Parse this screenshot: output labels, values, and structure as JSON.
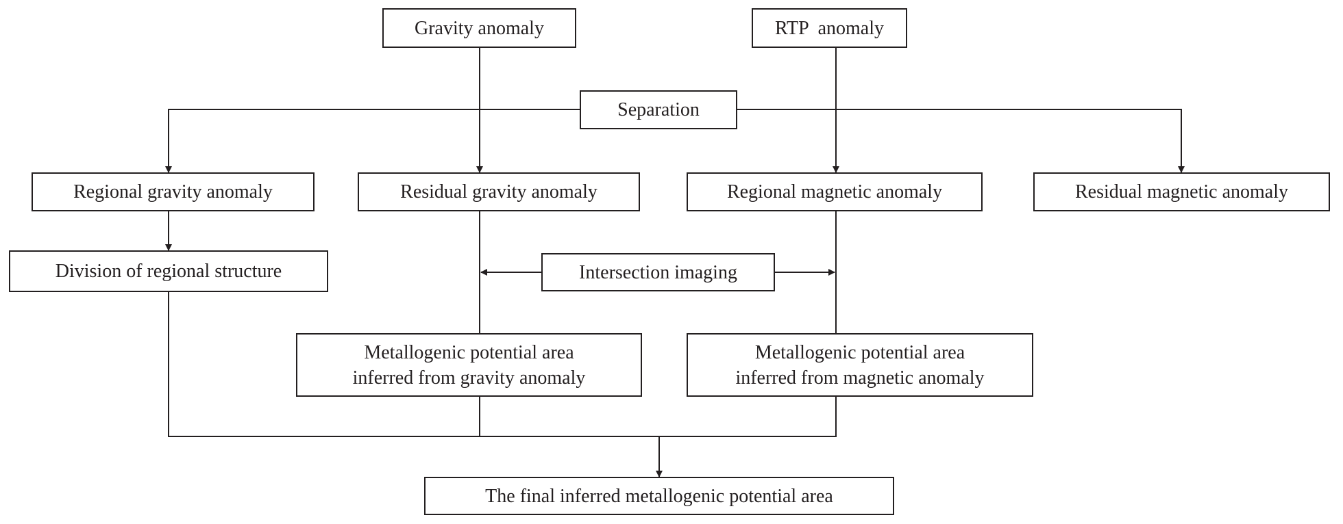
{
  "diagram": {
    "nodes": {
      "gravity_anomaly": "Gravity anomaly",
      "rtp_anomaly": "RTP  anomaly",
      "separation": "Separation",
      "regional_gravity": "Regional gravity anomaly",
      "residual_gravity": "Residual gravity anomaly",
      "regional_magnetic": "Regional magnetic anomaly",
      "residual_magnetic": "Residual magnetic anomaly",
      "division_regional_structure": "Division of regional structure",
      "intersection_imaging": "Intersection imaging",
      "potential_gravity_line1": "Metallogenic potential area",
      "potential_gravity_line2": "inferred from gravity anomaly",
      "potential_magnetic_line1": "Metallogenic potential area",
      "potential_magnetic_line2": "inferred from magnetic anomaly",
      "final_area": "The final inferred metallogenic potential area"
    },
    "line_color": "#231f20"
  }
}
